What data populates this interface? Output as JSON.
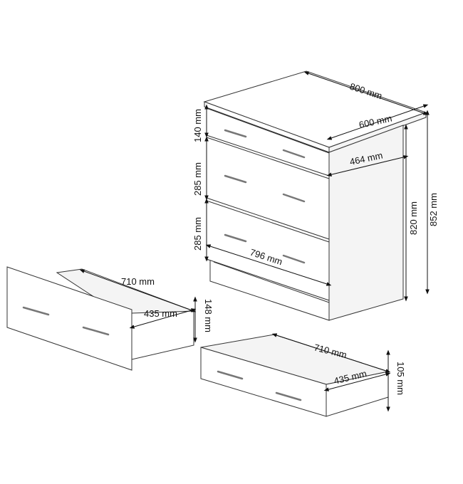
{
  "dimensions": {
    "cabinet_width": "800 mm",
    "cabinet_depth": "600 mm",
    "inner_depth": "464 mm",
    "drawer1_height": "140 mm",
    "drawer2_height": "285 mm",
    "drawer3_height": "285 mm",
    "front_width": "796 mm",
    "body_height": "820 mm",
    "total_height": "852 mm",
    "large_drawer_width": "710 mm",
    "large_drawer_depth": "435 mm",
    "large_drawer_height": "148 mm",
    "small_drawer_width": "710 mm",
    "small_drawer_depth": "435 mm",
    "small_drawer_height": "105 mm"
  }
}
